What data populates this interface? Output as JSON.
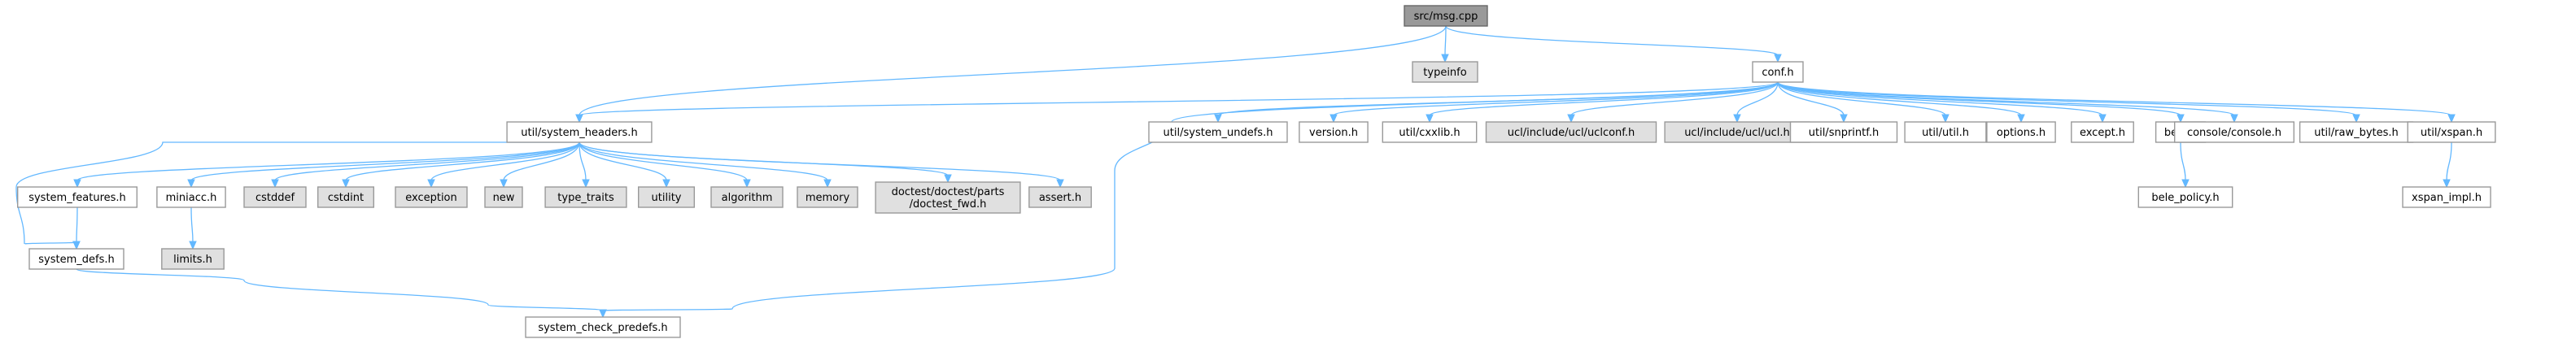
{
  "graph": {
    "nodes": [
      {
        "id": "msg",
        "lines": [
          "src/msg.cpp"
        ],
        "style": "root"
      },
      {
        "id": "typeinfo",
        "lines": [
          "typeinfo"
        ],
        "style": "external"
      },
      {
        "id": "conf",
        "lines": [
          "conf.h"
        ],
        "style": "normal"
      },
      {
        "id": "sysheaders",
        "lines": [
          "util/system_headers.h"
        ],
        "style": "normal"
      },
      {
        "id": "sysundefs",
        "lines": [
          "util/system_undefs.h"
        ],
        "style": "normal"
      },
      {
        "id": "version",
        "lines": [
          "version.h"
        ],
        "style": "normal"
      },
      {
        "id": "cxxlib",
        "lines": [
          "util/cxxlib.h"
        ],
        "style": "normal"
      },
      {
        "id": "uclconf",
        "lines": [
          "ucl/include/ucl/uclconf.h"
        ],
        "style": "external"
      },
      {
        "id": "ucl",
        "lines": [
          "ucl/include/ucl/ucl.h"
        ],
        "style": "external"
      },
      {
        "id": "snprintf",
        "lines": [
          "util/snprintf.h"
        ],
        "style": "normal"
      },
      {
        "id": "utilh",
        "lines": [
          "util/util.h"
        ],
        "style": "normal"
      },
      {
        "id": "options",
        "lines": [
          "options.h"
        ],
        "style": "normal"
      },
      {
        "id": "except",
        "lines": [
          "except.h"
        ],
        "style": "normal"
      },
      {
        "id": "bele",
        "lines": [
          "bele.h"
        ],
        "style": "normal"
      },
      {
        "id": "console",
        "lines": [
          "console/console.h"
        ],
        "style": "normal"
      },
      {
        "id": "rawbytes",
        "lines": [
          "util/raw_bytes.h"
        ],
        "style": "normal"
      },
      {
        "id": "xspan",
        "lines": [
          "util/xspan.h"
        ],
        "style": "normal"
      },
      {
        "id": "belepolicy",
        "lines": [
          "bele_policy.h"
        ],
        "style": "normal"
      },
      {
        "id": "xspanimpl",
        "lines": [
          "xspan_impl.h"
        ],
        "style": "normal"
      },
      {
        "id": "sysfeatures",
        "lines": [
          "system_features.h"
        ],
        "style": "normal"
      },
      {
        "id": "miniacc",
        "lines": [
          "miniacc.h"
        ],
        "style": "normal"
      },
      {
        "id": "cstddef",
        "lines": [
          "cstddef"
        ],
        "style": "external"
      },
      {
        "id": "cstdint",
        "lines": [
          "cstdint"
        ],
        "style": "external"
      },
      {
        "id": "exception",
        "lines": [
          "exception"
        ],
        "style": "external"
      },
      {
        "id": "new",
        "lines": [
          "new"
        ],
        "style": "external"
      },
      {
        "id": "typetraits",
        "lines": [
          "type_traits"
        ],
        "style": "external"
      },
      {
        "id": "utility",
        "lines": [
          "utility"
        ],
        "style": "external"
      },
      {
        "id": "algorithm",
        "lines": [
          "algorithm"
        ],
        "style": "external"
      },
      {
        "id": "memory",
        "lines": [
          "memory"
        ],
        "style": "external"
      },
      {
        "id": "doctest",
        "lines": [
          "doctest/doctest/parts",
          "/doctest_fwd.h"
        ],
        "style": "external"
      },
      {
        "id": "assert",
        "lines": [
          "assert.h"
        ],
        "style": "external"
      },
      {
        "id": "limits",
        "lines": [
          "limits.h"
        ],
        "style": "external"
      },
      {
        "id": "sysdefs",
        "lines": [
          "system_defs.h"
        ],
        "style": "normal"
      },
      {
        "id": "checkpredefs",
        "lines": [
          "system_check_predefs.h"
        ],
        "style": "normal"
      }
    ],
    "edges": [
      [
        "msg",
        "typeinfo"
      ],
      [
        "msg",
        "conf"
      ],
      [
        "msg",
        "sysheaders"
      ],
      [
        "conf",
        "sysheaders"
      ],
      [
        "conf",
        "checkpredefs"
      ],
      [
        "conf",
        "sysundefs"
      ],
      [
        "conf",
        "version"
      ],
      [
        "conf",
        "cxxlib"
      ],
      [
        "conf",
        "uclconf"
      ],
      [
        "conf",
        "ucl"
      ],
      [
        "conf",
        "snprintf"
      ],
      [
        "conf",
        "utilh"
      ],
      [
        "conf",
        "options"
      ],
      [
        "conf",
        "except"
      ],
      [
        "conf",
        "bele"
      ],
      [
        "conf",
        "console"
      ],
      [
        "conf",
        "rawbytes"
      ],
      [
        "conf",
        "xspan"
      ],
      [
        "bele",
        "belepolicy"
      ],
      [
        "xspan",
        "xspanimpl"
      ],
      [
        "sysheaders",
        "sysdefs"
      ],
      [
        "sysheaders",
        "sysfeatures"
      ],
      [
        "sysheaders",
        "miniacc"
      ],
      [
        "sysheaders",
        "cstddef"
      ],
      [
        "sysheaders",
        "cstdint"
      ],
      [
        "sysheaders",
        "exception"
      ],
      [
        "sysheaders",
        "new"
      ],
      [
        "sysheaders",
        "typetraits"
      ],
      [
        "sysheaders",
        "utility"
      ],
      [
        "sysheaders",
        "algorithm"
      ],
      [
        "sysheaders",
        "memory"
      ],
      [
        "sysheaders",
        "doctest"
      ],
      [
        "sysheaders",
        "assert"
      ],
      [
        "sysfeatures",
        "sysdefs"
      ],
      [
        "miniacc",
        "limits"
      ],
      [
        "sysdefs",
        "checkpredefs"
      ]
    ]
  },
  "colors": {
    "edge": "#63b8ff",
    "node_border": "#999999",
    "node_fill": "#ffffff",
    "external_fill": "#e0e0e0",
    "root_fill": "#999999"
  }
}
